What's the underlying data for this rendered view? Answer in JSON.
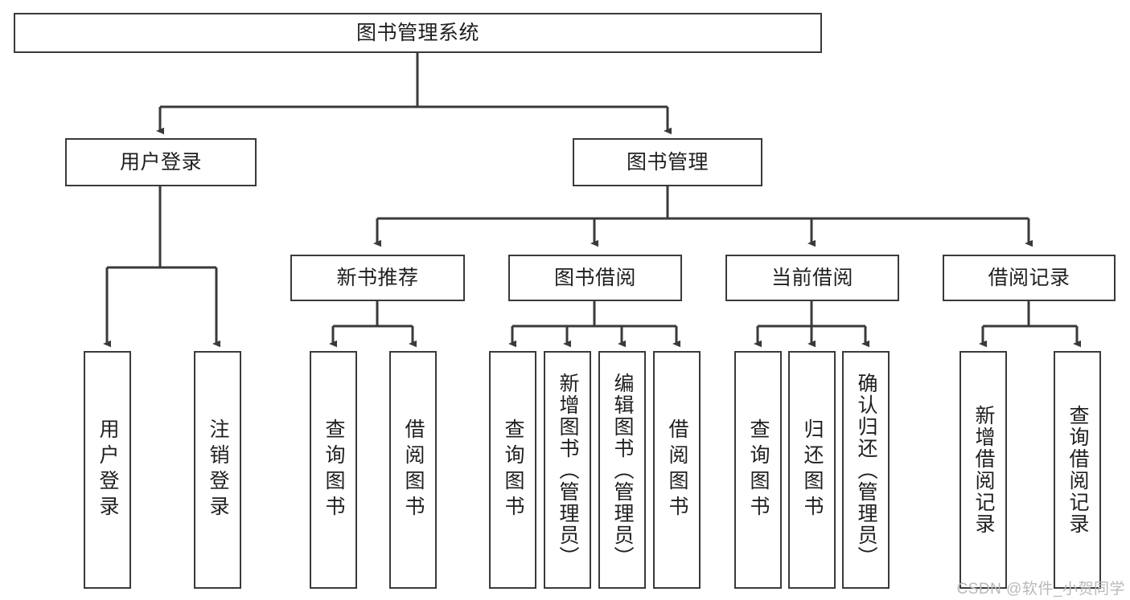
{
  "diagram": {
    "type": "tree",
    "title": "图书管理系统",
    "root": {
      "label": "图书管理系统"
    },
    "level1": [
      {
        "label": "用户登录"
      },
      {
        "label": "图书管理"
      }
    ],
    "level2": [
      {
        "label": "新书推荐"
      },
      {
        "label": "图书借阅"
      },
      {
        "label": "当前借阅"
      },
      {
        "label": "借阅记录"
      }
    ],
    "leaves": {
      "user_login": [
        {
          "label": "用户登录"
        },
        {
          "label": "注销登录"
        }
      ],
      "new_book_recommend": [
        {
          "label": "查询图书"
        },
        {
          "label": "借阅图书"
        }
      ],
      "book_borrow": [
        {
          "label": "查询图书"
        },
        {
          "label": "新增图书（管理员）"
        },
        {
          "label": "编辑图书（管理员）"
        },
        {
          "label": "借阅图书"
        }
      ],
      "current_borrow": [
        {
          "label": "查询图书"
        },
        {
          "label": "归还图书"
        },
        {
          "label": "确认归还（管理员）"
        }
      ],
      "borrow_record": [
        {
          "label": "新增借阅记录"
        },
        {
          "label": "查询借阅记录"
        }
      ]
    }
  },
  "watermark": {
    "text": "CSDN @软件_小贺同学"
  },
  "colors": {
    "stroke": "#3a3a3c",
    "text": "#1f1f1f",
    "background": "#ffffff",
    "watermark": "#b9b9b9"
  }
}
